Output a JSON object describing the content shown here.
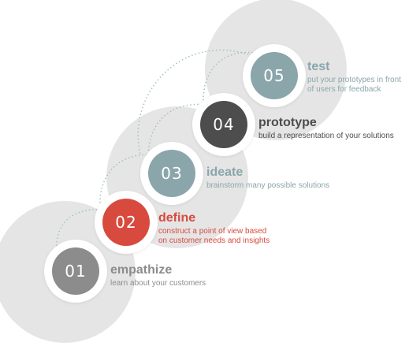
{
  "colors": {
    "big_circle": "#e5e5e5",
    "dotted_line": "#9fc1c4",
    "empathize_fill": "#8c8c8c",
    "define_fill": "#d84a3e",
    "ideate_fill": "#8aa6ab",
    "prototype_fill": "#4d4d4d",
    "test_fill": "#8aa6ab",
    "empathize_title": "#8c8c8c",
    "define_title": "#d84a3e",
    "ideate_title": "#8aa6ab",
    "prototype_title": "#4d4d4d",
    "test_title": "#8aa6ab",
    "empathize_desc": "#8c8c8c",
    "define_desc": "#d84a3e",
    "ideate_desc": "#8aa6ab",
    "prototype_desc": "#4d4d4d",
    "test_desc": "#8aa6ab"
  },
  "steps": [
    {
      "number": "01",
      "title": "empathize",
      "desc_lines": [
        "learn about your customers"
      ]
    },
    {
      "number": "02",
      "title": "define",
      "desc_lines": [
        "construct a point of view based",
        "on customer needs and insights"
      ]
    },
    {
      "number": "03",
      "title": "ideate",
      "desc_lines": [
        "brainstorm many possible solutions"
      ]
    },
    {
      "number": "04",
      "title": "prototype",
      "desc_lines": [
        "build a representation of your solutions"
      ]
    },
    {
      "number": "05",
      "title": "test",
      "desc_lines": [
        "put your prototypes in front",
        "of users for feedback"
      ]
    }
  ]
}
